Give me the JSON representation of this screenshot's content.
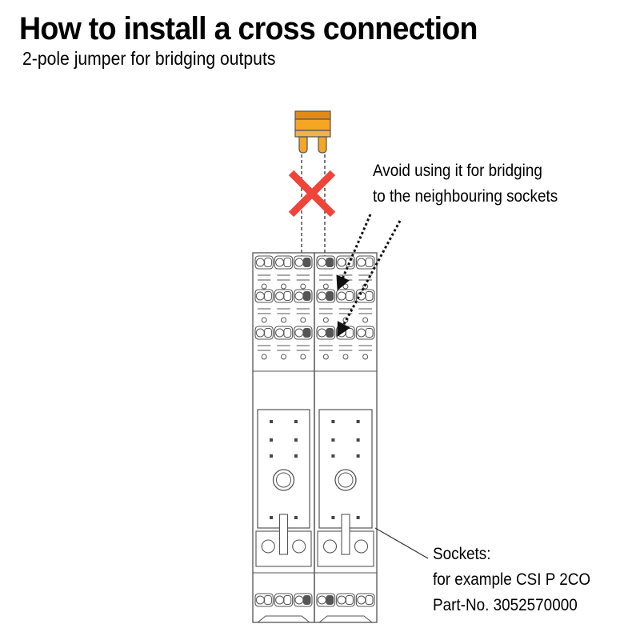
{
  "header": {
    "title": "How to install a cross connection",
    "subtitle": "2-pole jumper for bridging outputs"
  },
  "warning_note": {
    "line1": "Avoid using it for bridging",
    "line2": "to the neighbouring sockets"
  },
  "sockets_note": {
    "line1": "Sockets:",
    "line2": "for example CSI P 2CO",
    "line3": "Part-No. 3052570000"
  },
  "colors": {
    "jumper_fill": "#f5a623",
    "jumper_dark": "#c77f1a",
    "cross": "#f0443a",
    "line": "#555555",
    "highlight_terminal": "#555555"
  },
  "icons": {
    "forbidden_marker": "red-x-cross",
    "jumper": "2-pole-jumper-icon"
  }
}
